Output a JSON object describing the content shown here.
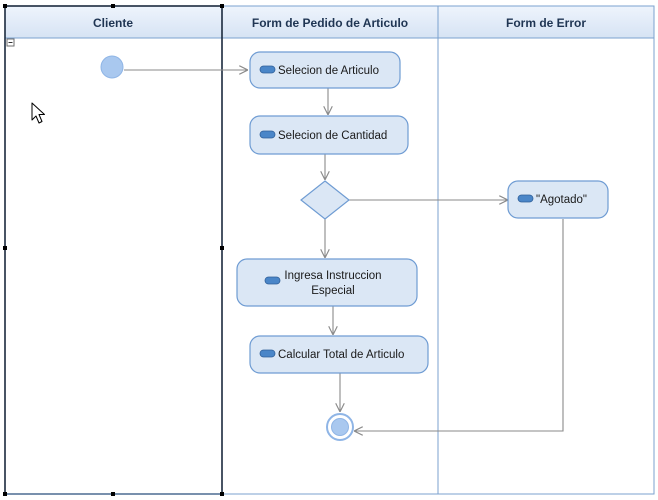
{
  "diagram": {
    "lanes": [
      {
        "id": "cliente",
        "title": "Cliente"
      },
      {
        "id": "pedido",
        "title": "Form de Pedido de Articulo"
      },
      {
        "id": "error",
        "title": "Form de Error"
      }
    ],
    "nodes": {
      "selecion_articulo": {
        "label": "Selecion de Articulo"
      },
      "selecion_cantidad": {
        "label": "Selecion de Cantidad"
      },
      "agotado": {
        "label": "\"Agotado\""
      },
      "ingresa_instruccion": {
        "label_line1": "Ingresa Instruccion",
        "label_line2": "Especial"
      },
      "calcular_total": {
        "label": "Calcular Total de Articulo"
      }
    },
    "colors": {
      "lane_header_bg": "#dfe9f7",
      "lane_border": "#7ba2cf",
      "selected_border": "#1b2a3e",
      "node_fill": "#dbe7f5",
      "node_stroke": "#6f9cd3",
      "start_fill": "#a9c8ef",
      "arrow": "#8a8a8a",
      "action_icon": "#4a86c8"
    }
  }
}
